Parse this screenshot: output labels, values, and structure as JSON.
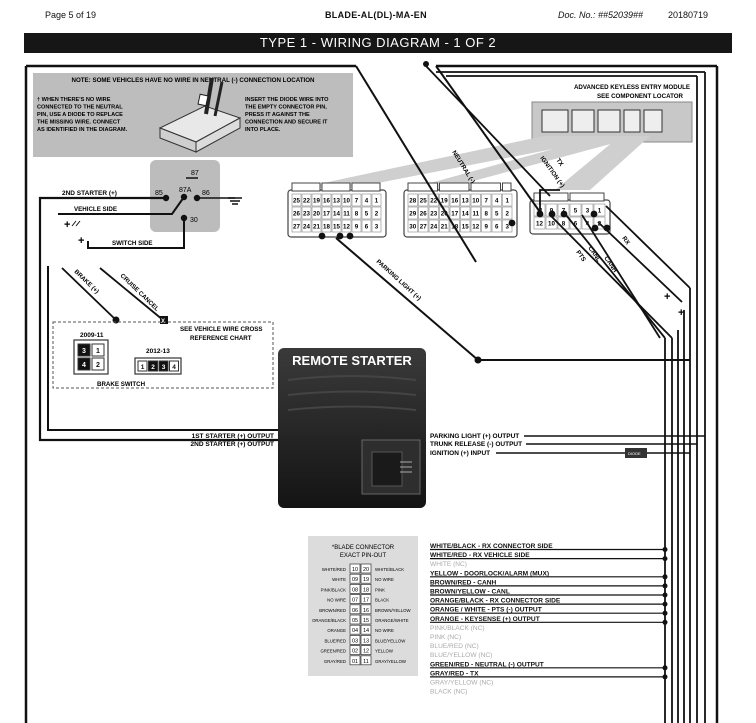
{
  "header": {
    "page": "Page 5 of 19",
    "model": "BLADE-AL(DL)-MA-EN",
    "doc_no": "Doc. No.:  ##52039##",
    "date": "20180719"
  },
  "banner": "TYPE 1 - WIRING DIAGRAM - 1 OF 2",
  "note": {
    "title": "NOTE: SOME VEHICLES HAVE NO WIRE IN NEUTRAL (-) CONNECTION LOCATION",
    "left": [
      "† WHEN THERE'S NO WIRE",
      "CONNECTED TO THE NEUTRAL",
      "PIN, USE A DIODE TO REPLACE",
      "THE MISSING WIRE. CONNECT",
      "AS IDENTIFIED IN THE DIAGRAM."
    ],
    "right": [
      "INSERT THE DIODE WIRE INTO",
      "THE EMPTY CONNECTOR PIN,",
      "PRESS IT AGAINST THE",
      "CONNECTION AND SECURE IT",
      "INTO PLACE."
    ]
  },
  "relay": {
    "p87": "87",
    "p87a": "87A",
    "p85": "85",
    "p86": "86",
    "p30": "30"
  },
  "labels": {
    "second_starter_plus": "2ND STARTER (+)",
    "vehicle_side": "VEHICLE SIDE",
    "switch_side": "SWITCH SIDE",
    "brake": "BRAKE (+)",
    "cruise": "CRUISE CANCEL",
    "x": "X",
    "see_ref": [
      "SEE VEHICLE WIRE CROSS",
      "REFERENCE CHART"
    ],
    "y2009": "2009-11",
    "y2012": "2012-13",
    "brake_switch": "BRAKE SWITCH",
    "neutral": "NEUTRAL (-)",
    "ignition": "IGNITION (+)",
    "tx": "TX",
    "rx": "RX",
    "canh": "CANH",
    "canl": "CANL",
    "pts": "PTS",
    "parking": "PARKING LIGHT (+)",
    "ake": [
      "ADVANCED KEYLESS ENTRY MODULE",
      "SEE COMPONENT LOCATOR"
    ],
    "diode": "DIODE"
  },
  "connectors": {
    "c1": [
      [
        "25",
        "22",
        "19",
        "16",
        "13",
        "10",
        "7",
        "4",
        "1"
      ],
      [
        "26",
        "23",
        "20",
        "17",
        "14",
        "11",
        "8",
        "5",
        "2"
      ],
      [
        "27",
        "24",
        "21",
        "18",
        "15",
        "12",
        "9",
        "6",
        "3"
      ]
    ],
    "c2": [
      [
        "28",
        "25",
        "22",
        "19",
        "16",
        "13",
        "10",
        "7",
        "4",
        "1"
      ],
      [
        "29",
        "26",
        "23",
        "20",
        "17",
        "14",
        "11",
        "8",
        "5",
        "2"
      ],
      [
        "30",
        "27",
        "24",
        "21",
        "18",
        "15",
        "12",
        "9",
        "6",
        "3"
      ]
    ],
    "c3": [
      [
        "11",
        "9",
        "7",
        "5",
        "3",
        "1"
      ],
      [
        "12",
        "10",
        "8",
        "6",
        "4",
        "2"
      ]
    ]
  },
  "brake_pins": {
    "a": [
      "3",
      "1",
      "4",
      "2"
    ],
    "b": [
      "1",
      "2",
      "3",
      "4"
    ]
  },
  "remote": {
    "title": "REMOTE STARTER"
  },
  "module_left": [
    "1ST STARTER (+) OUTPUT",
    "2ND STARTER (+) OUTPUT"
  ],
  "module_right": [
    "PARKING LIGHT (+) OUTPUT",
    "TRUNK RELEASE (-) OUTPUT",
    "IGNITION (+) INPUT"
  ],
  "pinout": {
    "title": "*BLADE CONNECTOR",
    "subtitle": "EXACT PIN-OUT",
    "rows": [
      {
        "l": "WHITE/RED",
        "a": "10",
        "b": "20",
        "r": "WHITE/BLACK"
      },
      {
        "l": "WHITE",
        "a": "09",
        "b": "19",
        "r": "NO WIRE"
      },
      {
        "l": "PINK/BLACK",
        "a": "08",
        "b": "18",
        "r": "PINK"
      },
      {
        "l": "NO WIRE",
        "a": "07",
        "b": "17",
        "r": "BLACK"
      },
      {
        "l": "BROWN/RED",
        "a": "06",
        "b": "16",
        "r": "BROWN/YELLOW"
      },
      {
        "l": "ORANGE/BLACK",
        "a": "05",
        "b": "15",
        "r": "ORANGE/WHITE"
      },
      {
        "l": "ORANGE",
        "a": "04",
        "b": "14",
        "r": "NO WIRE"
      },
      {
        "l": "BLUE/RED",
        "a": "03",
        "b": "13",
        "r": "BLUE/YELLOW"
      },
      {
        "l": "GREEN/RED",
        "a": "02",
        "b": "12",
        "r": "YELLOW"
      },
      {
        "l": "GRAY/RED",
        "a": "01",
        "b": "11",
        "r": "GRAY/YELLOW"
      }
    ]
  },
  "wires": [
    {
      "text": "WHITE/BLACK - RX CONNECTOR SIDE",
      "nc": false
    },
    {
      "text": "WHITE/RED - RX VEHICLE SIDE",
      "nc": false
    },
    {
      "text": "WHITE (NC)",
      "nc": true
    },
    {
      "text": "YELLOW - DOORLOCK/ALARM (MUX)",
      "nc": false
    },
    {
      "text": "BROWN/RED - CANH",
      "nc": false
    },
    {
      "text": "BROWN/YELLOW - CANL",
      "nc": false
    },
    {
      "text": "ORANGE/BLACK - RX CONNECTOR SIDE",
      "nc": false
    },
    {
      "text": "ORANGE / WHITE - PTS (-) OUTPUT",
      "nc": false
    },
    {
      "text": "ORANGE - KEYSENSE (+) OUTPUT",
      "nc": false
    },
    {
      "text": "PINK/BLACK (NC)",
      "nc": true
    },
    {
      "text": "PINK (NC)",
      "nc": true
    },
    {
      "text": "BLUE/RED (NC)",
      "nc": true
    },
    {
      "text": "BLUE/YELLOW (NC)",
      "nc": true
    },
    {
      "text": "GREEN/RED - NEUTRAL (-) OUTPUT",
      "nc": false
    },
    {
      "text": "GRAY/RED - TX",
      "nc": false
    },
    {
      "text": "GRAY/YELLOW (NC)",
      "nc": true
    },
    {
      "text": "BLACK (NC)",
      "nc": true
    }
  ],
  "colors": {
    "banner": "#161616",
    "note_bg": "#bdbdbd",
    "ake_bg": "#c8c8c8",
    "nc_text": "#aaaaaa",
    "module": "#262626"
  }
}
